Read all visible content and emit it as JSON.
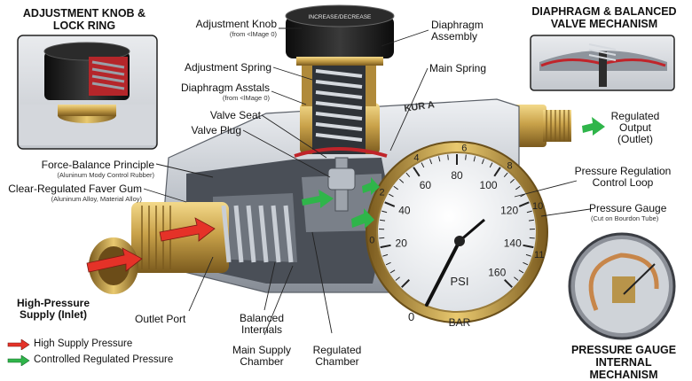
{
  "insets": {
    "knob": {
      "title": "ADJUSTMENT KNOB & LOCK RING"
    },
    "diaphragm": {
      "title": "DIAPHRAGM & BALANCED VALVE MECHANISM"
    },
    "gauge": {
      "title": "PRESSURE GAUGE INTERNAL MECHANISM"
    }
  },
  "knob_text": "INCREASE/DECREASE",
  "body_brand": "KUR A",
  "gauge": {
    "outer_ticks": [
      "20",
      "40",
      "60",
      "80",
      "100",
      "120",
      "140",
      "160"
    ],
    "inner_ticks": [
      "0",
      "2",
      "4",
      "6",
      "8",
      "10",
      "11"
    ],
    "start_tick": "0",
    "unit_psi": "PSI",
    "unit_bar": "BAR"
  },
  "labels": {
    "adjustment_knob": {
      "title": "Adjustment Knob",
      "sub": "(from <lMage 0)"
    },
    "adjustment_spring": {
      "title": "Adjustment Spring"
    },
    "diaphragm_assstals": {
      "title": "Diaphragm Asstals",
      "sub": "(from <lMage 0)"
    },
    "valve_seat": {
      "title": "Valve Seat"
    },
    "valve_plug": {
      "title": "Valve Plug"
    },
    "force_balance": {
      "title": "Force-Balance Principle",
      "sub": "(Aluninum Mody Control Rubber)"
    },
    "clear_regulated": {
      "title": "Clear-Regulated Faver Gum",
      "sub": "(Aluninum Alloy, Material Alloy)"
    },
    "diaphragm_assembly": {
      "title": "Diaphragm Assembly"
    },
    "main_spring": {
      "title": "Main Spring"
    },
    "regulated_output": {
      "title": "Regulated Output (Outlet)"
    },
    "pressure_regulation": {
      "title": "Pressure Regulation Control Loop"
    },
    "pressure_gauge": {
      "title": "Pressure Gauge",
      "sub": "(Cut on Bourdon Tube)"
    },
    "high_pressure_supply": {
      "title": "High-Pressure Supply (Inlet)"
    },
    "outlet_port": {
      "title": "Outlet Port"
    },
    "balanced_internals": {
      "title": "Balanced Internals"
    },
    "main_supply_chamber": {
      "title": "Main Supply Chamber"
    },
    "regulated_chamber": {
      "title": "Regulated Chamber"
    }
  },
  "legend": [
    {
      "label": "High Supply Pressure",
      "color": "#e53228"
    },
    {
      "label": "Controlled Regulated Pressure",
      "color": "#2fb54a"
    }
  ],
  "colors": {
    "supply_arrow": "#e53228",
    "regulated_arrow": "#2fb54a",
    "brass": "#c9a24a",
    "aluminum": "#c8ccd2",
    "knob_black": "#1a1a1a"
  }
}
